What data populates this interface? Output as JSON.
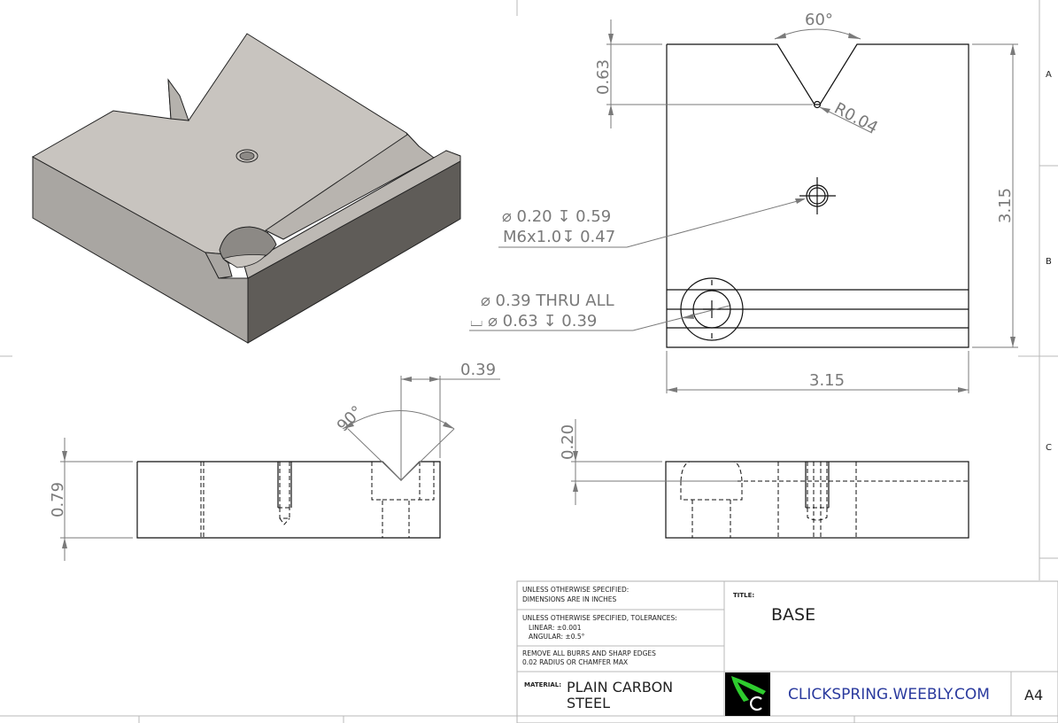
{
  "drawing": {
    "sheet_size": "A4",
    "zones_right": [
      "A",
      "B",
      "C"
    ],
    "isometric_view": {
      "description": "3D isometric shaded view of base block with V-notch, tapped hole, and counterbored channel"
    },
    "top_view": {
      "angle_label": "60°",
      "depth_label": "0.63",
      "radius_label": "R0.04",
      "width_label": "3.15",
      "height_label": "3.15",
      "hole_callout_line1": "⌀ 0.20 ↧ 0.59",
      "hole_callout_line2": "M6x1.0↧ 0.47",
      "cbore_callout_line1": "⌀ 0.39 THRU ALL",
      "cbore_callout_line2": "⌴ ⌀ 0.63 ↧ 0.39"
    },
    "front_view": {
      "height_label": "0.79",
      "angle_label": "90°",
      "offset_label": "0.39"
    },
    "side_view": {
      "depth_label": "0.20"
    }
  },
  "title_block": {
    "note1_line1": "UNLESS OTHERWISE SPECIFIED:",
    "note1_line2": "DIMENSIONS ARE IN INCHES",
    "note2_line1": "UNLESS OTHERWISE SPECIFIED, TOLERANCES:",
    "note2_line2": "LINEAR: ±0.001",
    "note2_line3": "ANGULAR: ±0.5°",
    "note3_line1": "REMOVE ALL BURRS AND SHARP EDGES",
    "note3_line2": "0.02 RADIUS OR CHAMFER MAX",
    "material_label": "MATERIAL:",
    "material_line1": "PLAIN CARBON",
    "material_line2": "STEEL",
    "title_label": "TITLE:",
    "title": "BASE",
    "website": "CLICKSPRING.WEEBLY.COM",
    "size": "A4",
    "logo_colors": {
      "background": "#000000",
      "swoosh": "#2ecc2e",
      "letter": "#ffffff"
    }
  }
}
